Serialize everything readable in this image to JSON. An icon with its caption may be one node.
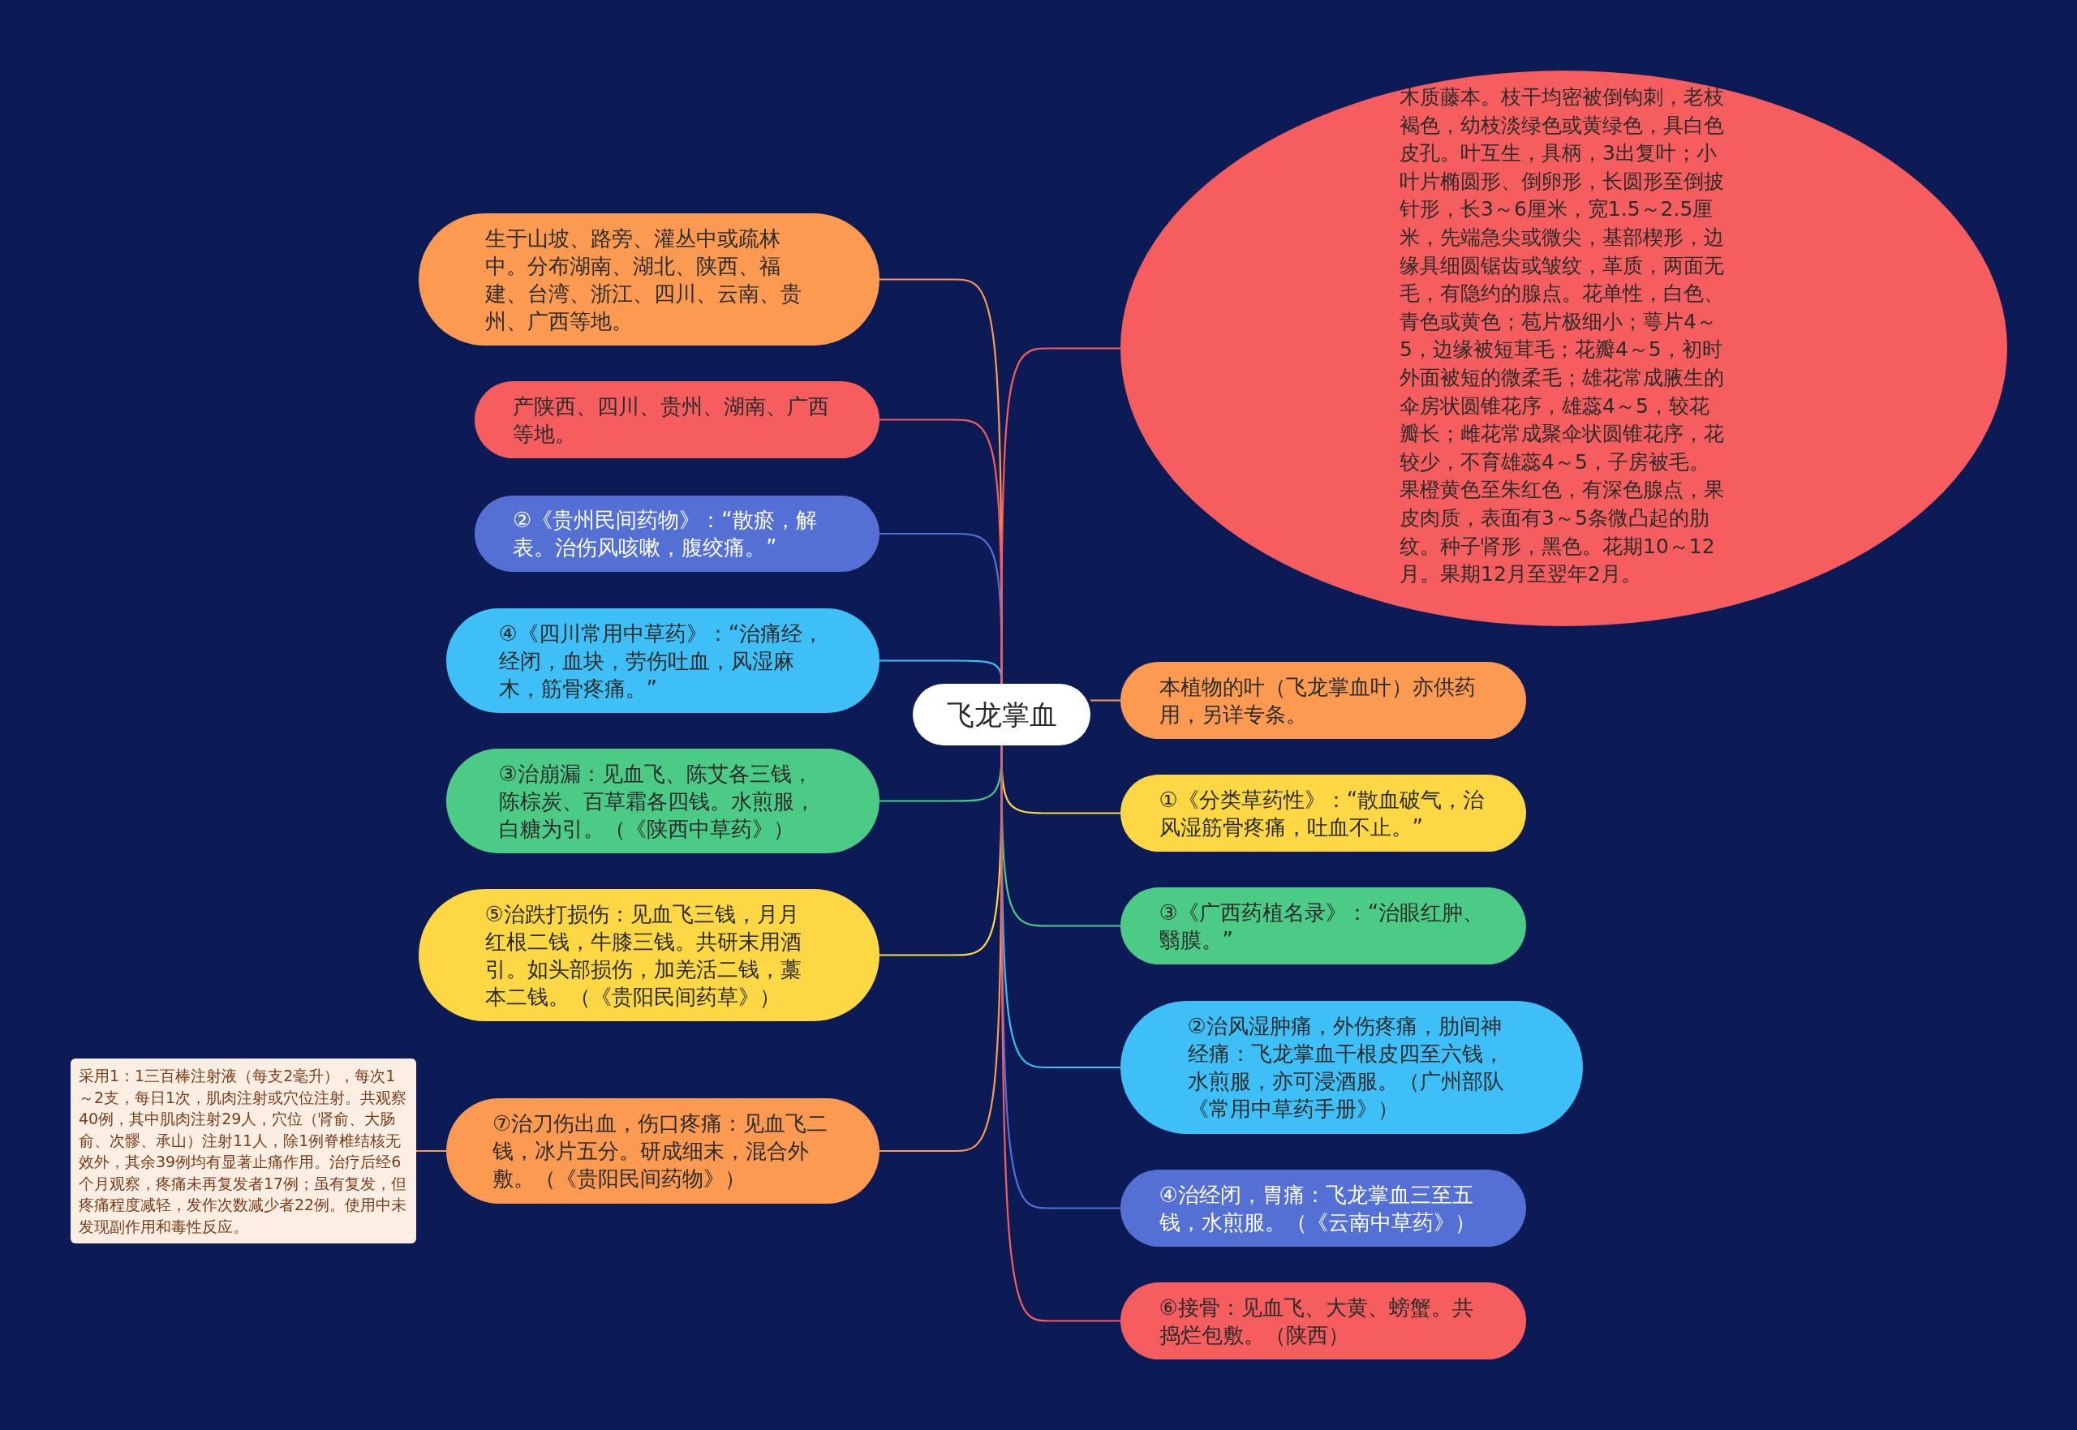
{
  "diagram": {
    "nodes": [
      {
        "text": [
          "飞龙掌血"
        ]
      },
      {
        "text": [
          "生于山坡、路旁、灌丛中或疏林中。分布湖南、湖北、陕西、福建、台湾、浙江、四川、云南、贵州、广西等地。"
        ]
      },
      {
        "text": [
          "产陕西、四川、贵州、湖南、广西等地。"
        ]
      },
      {
        "text": [
          "②《贵州民间药物》：“散瘀，解表。治伤风咳嗽，腹绞痛。”"
        ]
      },
      {
        "text": [
          "④《四川常用中草药》：“治痛经，经闭，血块，劳伤吐血，风湿麻木，筋骨疼痛。”"
        ]
      },
      {
        "text": [
          "③治崩漏：见血飞、陈艾各三钱，陈棕炭、百草霜各四钱。水煎服，白糖为引。（《陕西中草药》）"
        ]
      },
      {
        "text": [
          "⑤治跌打损伤：见血飞三钱，月月红根二钱，牛膝三钱。共研末用酒引。如头部损伤，加羌活二钱，藁本二钱。（《贵阳民间药草》）"
        ]
      },
      {
        "text": [
          "⑦治刀伤出血，伤口疼痛：见血飞二钱，冰片五分。研成细末，混合外敷。（《贵阳民间药物》）"
        ]
      },
      {
        "text": [
          "采用1：1三百棒注射液（每支2毫升），每次1～2支，每日1次，肌肉注射或穴位注射。共观察40例，其中肌肉注射29人，穴位（肾俞、大肠俞、次髎、承山）注射11人，除1例脊椎结核无效外，其余39例均有显著止痛作用。治疗后经6个月观察，疼痛未再复发者17例；虽有复发，但疼痛程度减轻，发作次数减少者22例。使用中未发现副作用和毒性反应。"
        ]
      },
      {
        "text": [
          "木质藤本。枝干均密被倒钩刺，老枝褐色，幼枝淡绿色或黄绿色，具白色皮孔。叶互生，具柄，3出复叶；小叶片椭圆形、倒卵形，长圆形至倒披针形，长3～6厘米，宽1.5～2.5厘米，先端急尖或微尖，基部楔形，边缘具细圆锯齿或皱纹，革质，两面无毛，有隐约的腺点。花单性，白色、青色或黄色；苞片极细小；萼片4～5，边缘被短茸毛；花瓣4～5，初时外面被短的微柔毛；雄花常成腋生的伞房状圆锥花序，雄蕊4～5，较花瓣长；雌花常成聚伞状圆锥花序，花较少，不育雄蕊4～5，子房被毛。果橙黄色至朱红色，有深色腺点，果皮肉质，表面有3～5条微凸起的肋纹。种子肾形，黑色。花期10～12月。果期12月至翌年2月。"
        ]
      },
      {
        "text": [
          "本植物的叶（飞龙掌血叶）亦供药用，另详专条。"
        ]
      },
      {
        "text": [
          "①《分类草药性》：“散血破气，治风湿筋骨疼痛，吐血不止。”"
        ]
      },
      {
        "text": [
          "③《广西药植名录》：“治眼红肿、翳膜。”"
        ]
      },
      {
        "text": [
          "②治风湿肿痛，外伤疼痛，肋间神经痛：飞龙掌血干根皮四至六钱，水煎服，亦可浸酒服。（广州部队《常用中草药手册》）"
        ]
      },
      {
        "text": [
          "④治经闭，胃痛：飞龙掌血三至五钱，水煎服。（《云南中草药》）"
        ]
      },
      {
        "text": [
          "⑥接骨：见血飞、大黄、螃蟹。共捣烂包敷。（陕西）"
        ]
      }
    ],
    "edges": [
      {
        "from": 0,
        "to": 1,
        "arrow": "none",
        "color": "#fd9a51"
      },
      {
        "from": 0,
        "to": 2,
        "arrow": "none",
        "color": "#f55d5e"
      },
      {
        "from": 0,
        "to": 3,
        "arrow": "none",
        "color": "#5570d5"
      },
      {
        "from": 0,
        "to": 4,
        "arrow": "none",
        "color": "#3fbff8"
      },
      {
        "from": 0,
        "to": 5,
        "arrow": "none",
        "color": "#4ccb86"
      },
      {
        "from": 0,
        "to": 6,
        "arrow": "none",
        "color": "#fdd744"
      },
      {
        "from": 0,
        "to": 7,
        "arrow": "none",
        "color": "#fd9a51"
      },
      {
        "from": 7,
        "to": 8,
        "arrow": "none",
        "color": "#fd9a51"
      },
      {
        "from": 0,
        "to": 9,
        "arrow": "none",
        "color": "#f55d5e"
      },
      {
        "from": 0,
        "to": 10,
        "arrow": "none",
        "color": "#fd9a51"
      },
      {
        "from": 0,
        "to": 11,
        "arrow": "none",
        "color": "#fdd744"
      },
      {
        "from": 0,
        "to": 12,
        "arrow": "none",
        "color": "#4ccb86"
      },
      {
        "from": 0,
        "to": 13,
        "arrow": "none",
        "color": "#3fbff8"
      },
      {
        "from": 0,
        "to": 14,
        "arrow": "none",
        "color": "#5570d5"
      },
      {
        "from": 0,
        "to": 15,
        "arrow": "none",
        "color": "#f55d5e"
      }
    ]
  }
}
